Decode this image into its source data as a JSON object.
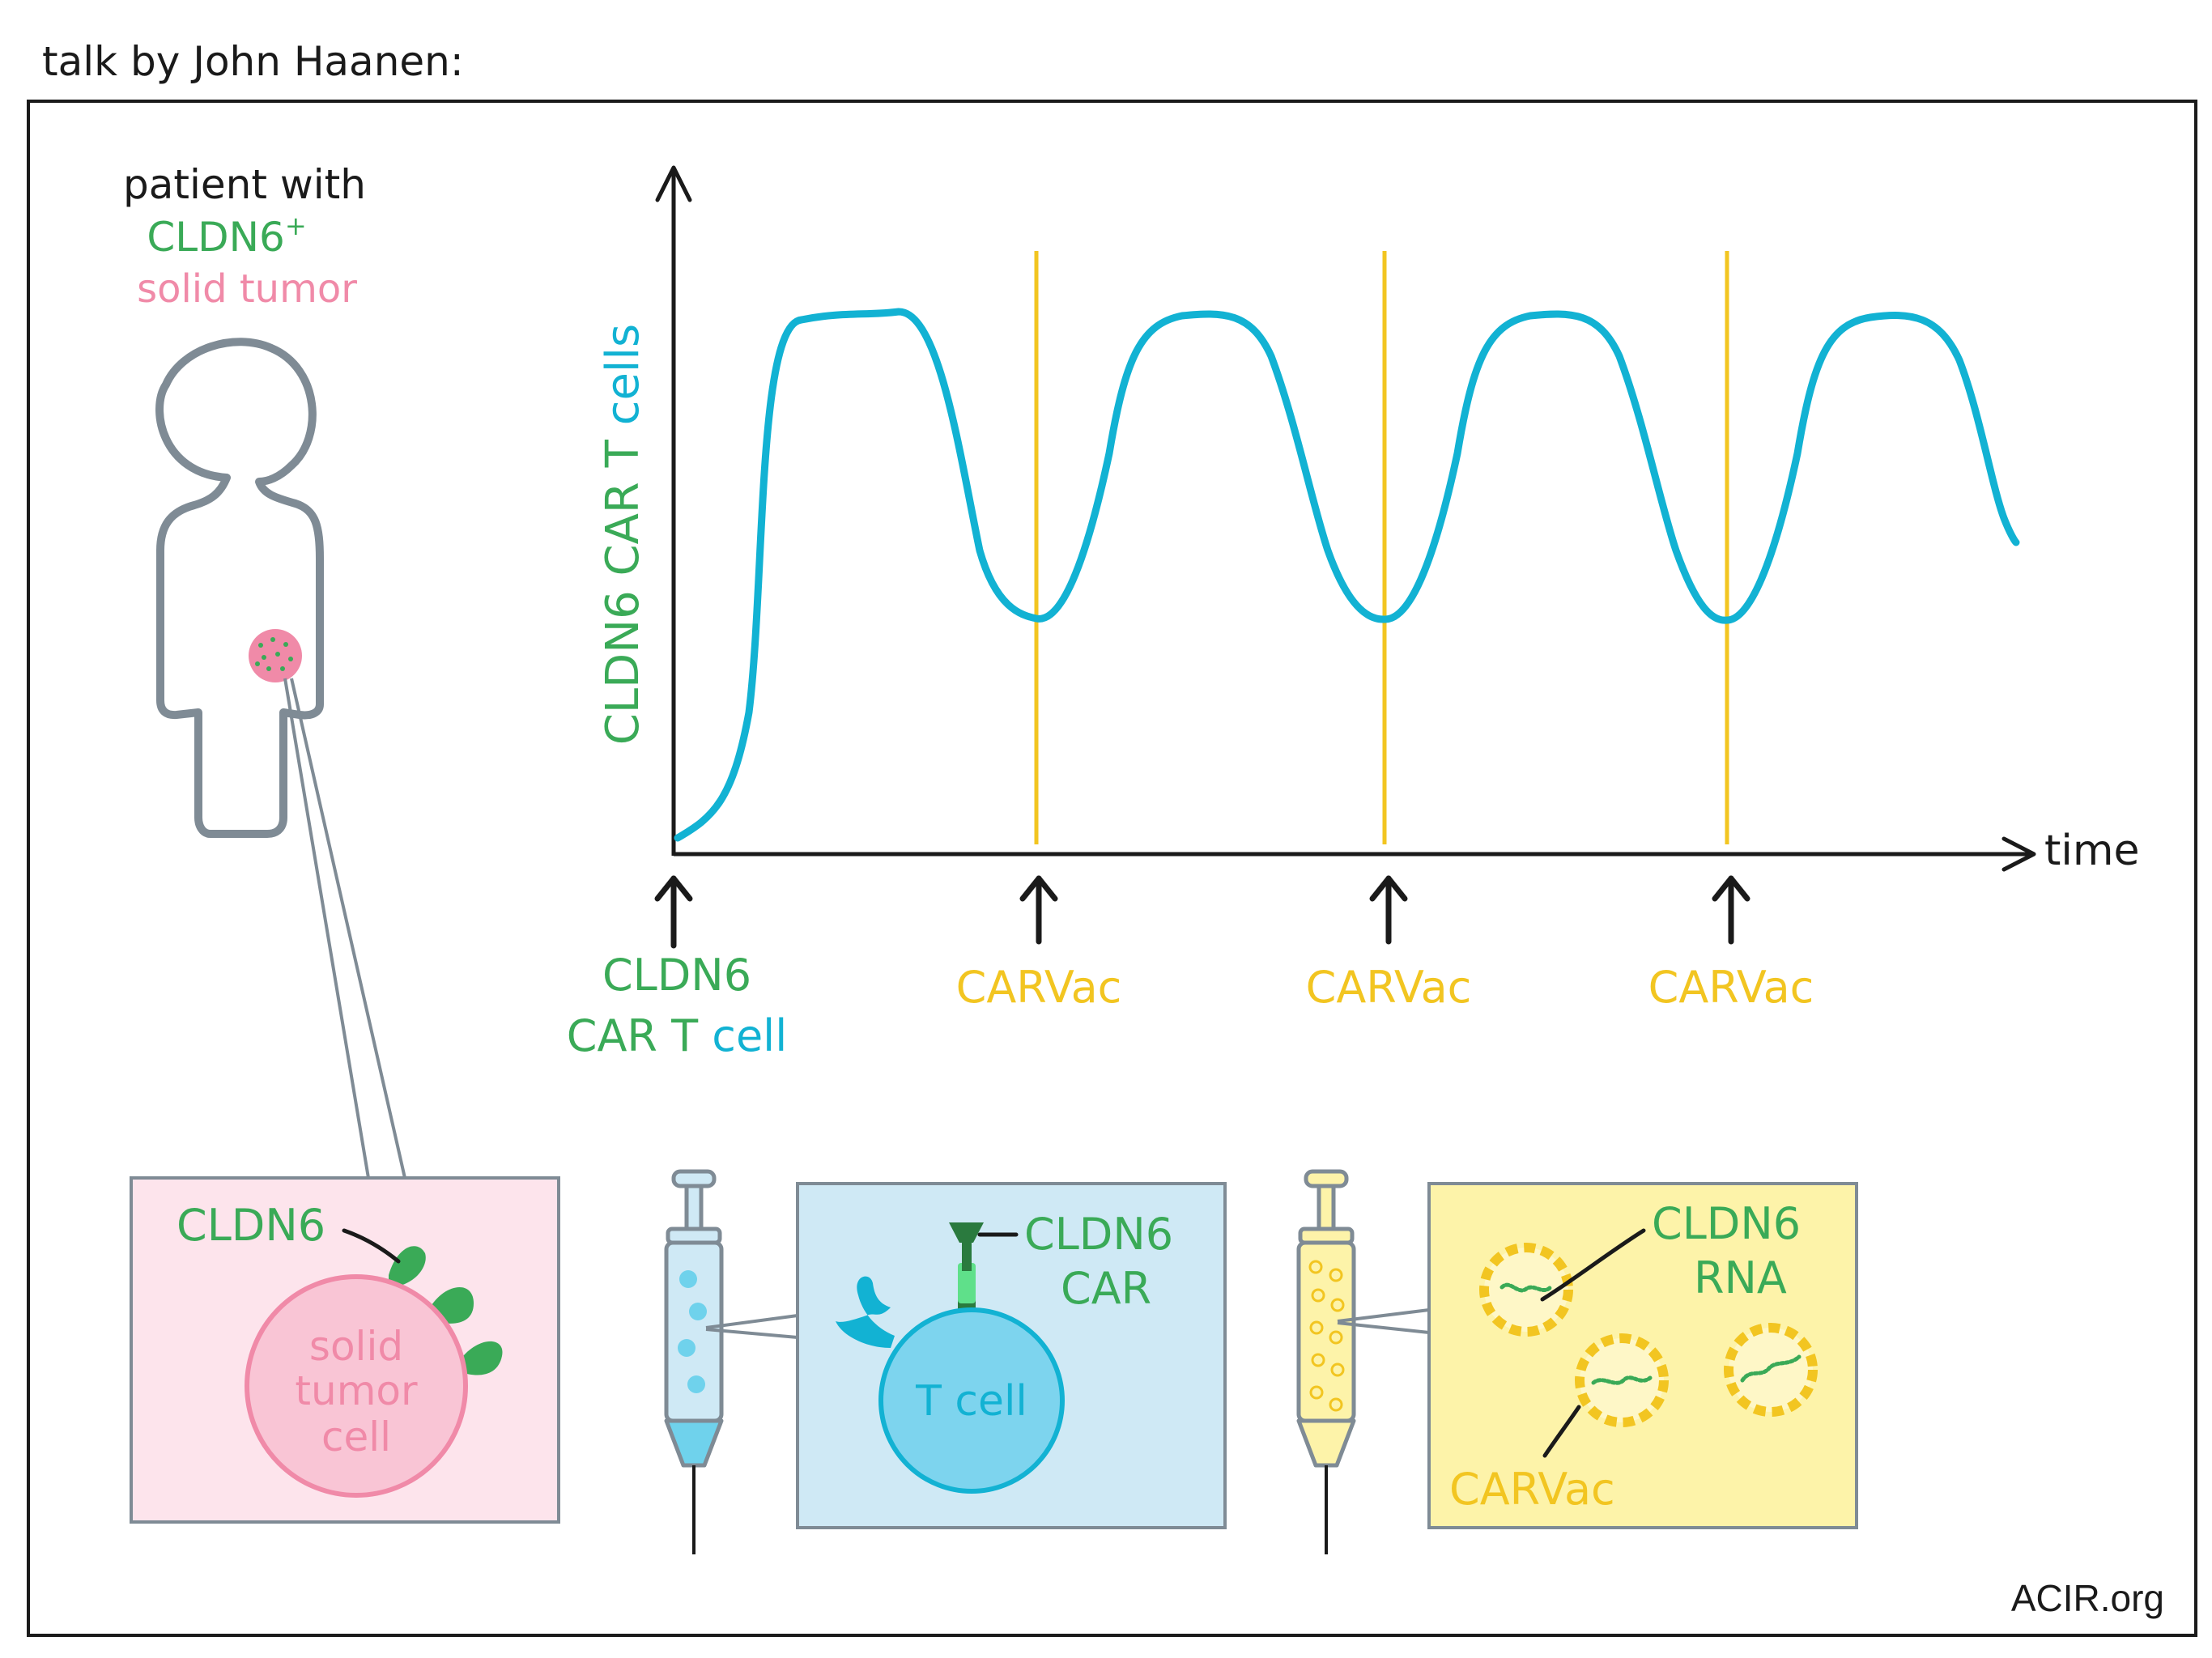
{
  "header": {
    "talk_label": "talk by John Haanen:"
  },
  "patient": {
    "line1": "patient with",
    "line2": "CLDN6",
    "line2_sup": "+",
    "line3": "solid tumor"
  },
  "chart": {
    "ylabel": "CLDN6 CAR T cells",
    "xlabel": "time",
    "first_event": {
      "line1": "CLDN6",
      "line2a": "CAR T",
      "line2b": "cell"
    },
    "vaccine_events": [
      "CARVac",
      "CARVac",
      "CARVac"
    ]
  },
  "tumor_box": {
    "marker_label": "CLDN6",
    "cell_line1": "solid",
    "cell_line2": "tumor",
    "cell_line3": "cell"
  },
  "tcell_box": {
    "car_line1": "CLDN6",
    "car_line2": "CAR",
    "cell_label": "T cell"
  },
  "carvac_box": {
    "rna_line1": "CLDN6",
    "rna_line2": "RNA",
    "particle_label": "CARVac"
  },
  "footer": {
    "credit": "ACIR.org"
  },
  "colors": {
    "ink": "#1a1a1a",
    "green": "#3aaa57",
    "pink": "#f08aa8",
    "cyan": "#12b2d3",
    "yellow": "#f2c521",
    "gray": "#7f8b95",
    "pink_fill": "#fde4ec",
    "blue_fill": "#cfe9f5",
    "yellow_fill": "#fdf3a9"
  }
}
